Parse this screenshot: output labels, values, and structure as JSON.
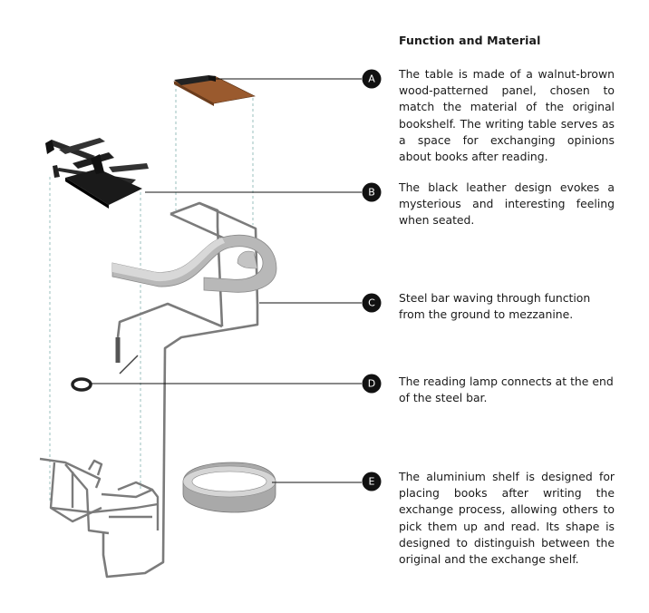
{
  "title": "Function and Material",
  "callouts": [
    {
      "letter": "A",
      "text": "The table is made of a walnut-brown wood-patterned panel, chosen to match the material of the original bookshelf. The writing table serves as a space for exchanging opinions about books after reading."
    },
    {
      "letter": "B",
      "text": "The black leather design evokes a mysterious and interesting feeling when seated."
    },
    {
      "letter": "C",
      "text": "Steel bar waving through function from the ground to mezzanine."
    },
    {
      "letter": "D",
      "text": "The reading lamp connects at the end of the steel bar."
    },
    {
      "letter": "E",
      "text": "The aluminium shelf is designed for placing books after writing the exchange process, allowing others to pick them up and read. Its shape is designed to distinguish between the original and the exchange shelf."
    }
  ],
  "colors": {
    "wood": "#9a5a2e",
    "leather": "#1f1f1f",
    "steel": "#7b7b7b",
    "aluminium": "#b8b8b8",
    "guide": "#8fb9b5",
    "badge": "#111111"
  }
}
